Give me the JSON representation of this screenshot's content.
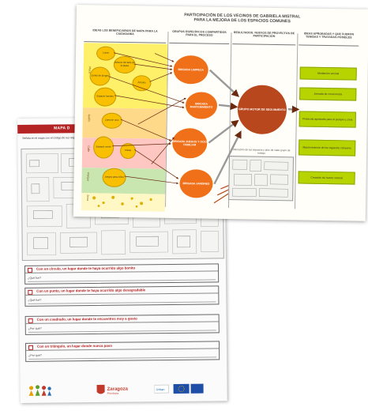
{
  "worksheet": {
    "header": "MAPA D",
    "intro": "Señala en el mapa con el código de tus respuestas sobre el barrio que rodea la zona...",
    "questions": [
      {
        "title": "Con un círculo, un lugar donde te haya ocurrido algo bonito",
        "field": "¿Qué fue?"
      },
      {
        "title": "Con un punto, un lugar donde te haya ocurrido algo desagradable",
        "field": "¿Qué fue?"
      },
      {
        "title": "Con un cuadrado, un lugar donde te encuentres muy a gusto",
        "field": "¿Por qué?"
      },
      {
        "title": "Con un triángulo, un lugar donde nunca paso",
        "field": "¿Por qué?"
      }
    ],
    "footer": {
      "logo_left": "figures-logo",
      "logo_center": "Zaragoza",
      "logo_right": "eu-logo"
    }
  },
  "poster": {
    "title_line1": "PARTICIPACIÓN DE LOS VECINOS DE GABRIELA MISTRAL",
    "title_line2": "PARA LA MEJORA DE LOS ESPACIOS COMUNES",
    "columns": [
      "IDEAS LOS BENEFICIARIOS DE MAPA PARA LA CIUDADANÍA",
      "GRUPOS ESPECÍFICOS COMPARTIDOS PARA EL PROCESO",
      "RESULTADOS: NUEVOS DE PROYECTOS DE PARTICIPACIÓN",
      "IDEAS APROBADAS Y QUE FUERON TENIDAS Y TRATADAS POSIBLES"
    ],
    "band_labels": [
      "Plaza",
      "Jardín",
      "Calle",
      "Parque",
      "Zona"
    ],
    "yellow_circles": [
      "Luces",
      "Bancos del lado de la plaza",
      "Zonas de juegos",
      "Árboles",
      "Espacio fuentes",
      "Zona de ocio",
      "Espacio verde",
      "Pistas",
      "Juegos para niños"
    ],
    "orange_circles": [
      "BRIGADA LIMPIEZA",
      "BRIGADA MANTENIMIENTO",
      "BRIGADA JUEGOS Y OCIO FAMILIAR",
      "BRIGADA JARDINES"
    ],
    "result_circle": "GRUPO MOTOR DE SEGUIMIENTO",
    "mini_map_caption": "Valoración de los espacios y plan de cada grupo de trabajo",
    "green_boxes": [
      "Mediación vecinal",
      "Jornada de convivencia",
      "Protocolo aprobado para el parque y zona",
      "Mantenimiento de los espacios comunes",
      "Creación de huerto vecinal"
    ],
    "colors": {
      "yellow": "#f8c000",
      "orange": "#f0701a",
      "result": "#b8471e",
      "green": "#b8d400",
      "header_red": "#b52424"
    }
  }
}
